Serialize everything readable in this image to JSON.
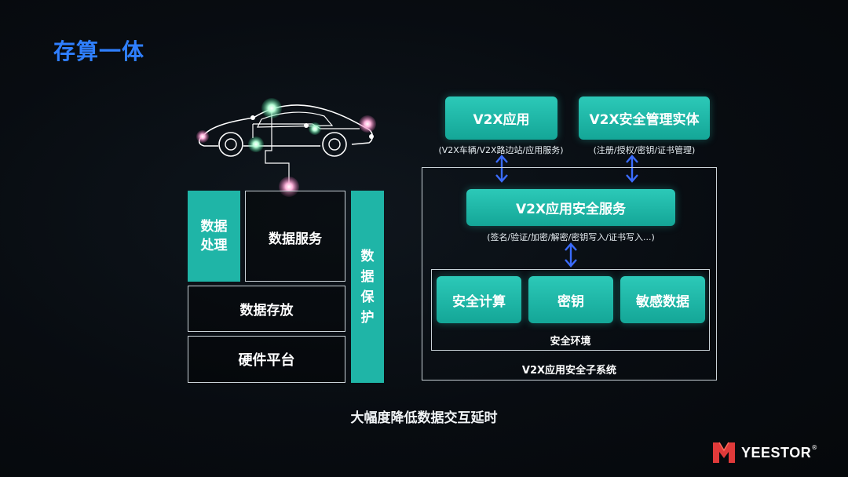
{
  "title": "存算一体",
  "left_stack": {
    "data_processing": "数据\n处理",
    "data_service": "数据服务",
    "data_storage": "数据存放",
    "hardware_platform": "硬件平台",
    "data_protection": "数据\n保护"
  },
  "right_diagram": {
    "v2x_app": "V2X应用",
    "v2x_app_note": "(V2X车辆/V2X路边站/应用服务)",
    "v2x_security_entity": "V2X安全管理实体",
    "v2x_security_entity_note": "(注册/授权/密钥/证书管理)",
    "v2x_app_security_service": "V2X应用安全服务",
    "v2x_app_security_service_note": "(签名/验证/加密/解密/密钥写入/证书写入...)",
    "secure_compute": "安全计算",
    "key": "密钥",
    "sensitive_data": "敏感数据",
    "secure_env": "安全环境",
    "subsystem": "V2X应用安全子系统"
  },
  "caption": "大幅度降低数据交互延时",
  "logo": {
    "text": "YEESTOR",
    "mark": "®"
  },
  "colors": {
    "title": "#2f7fff",
    "teal": "#1fb5a7",
    "arrow": "#3b6cff",
    "outline": "#c9d2d8"
  }
}
